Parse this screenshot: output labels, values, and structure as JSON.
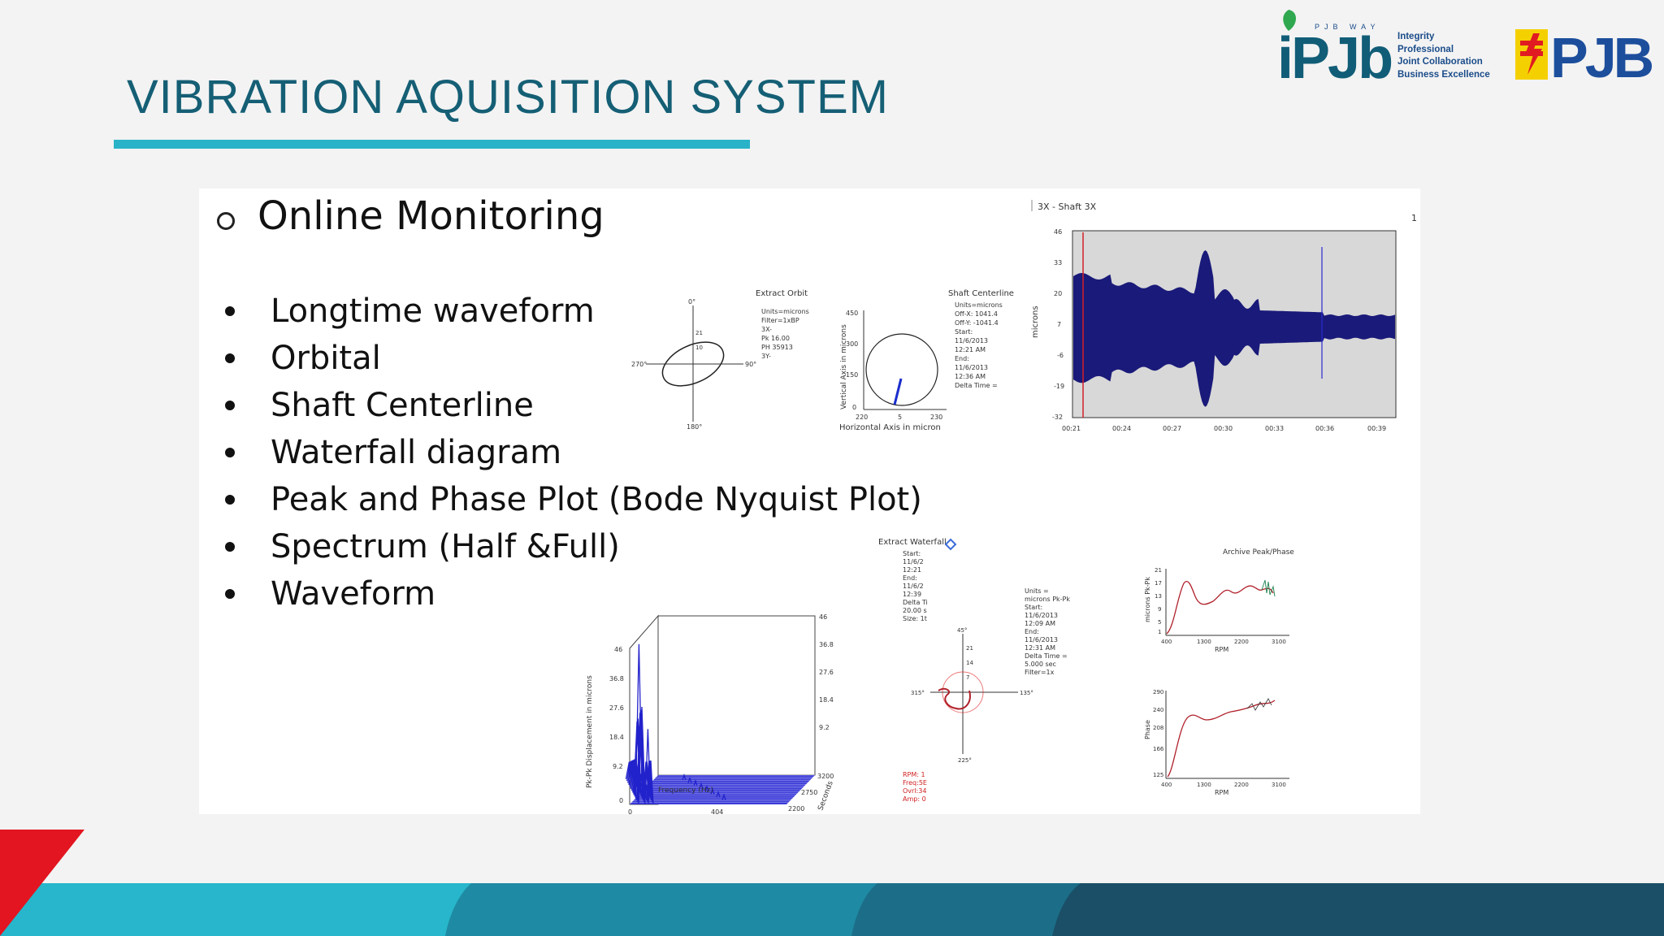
{
  "slide": {
    "title": "VIBRATION AQUISITION SYSTEM",
    "section": "Online Monitoring",
    "bullets": [
      "Longtime waveform",
      "Orbital",
      "Shaft Centerline",
      "Waterfall diagram",
      "Peak and Phase Plot (Bode Nyquist Plot)",
      "Spectrum (Half &Full)",
      "Waveform"
    ]
  },
  "logos": {
    "ipjb": {
      "small_text": "PJB WAY",
      "word": "iPJb",
      "tagline": [
        "Integrity",
        "Professional",
        "Joint Collaboration",
        "Business Excellence"
      ]
    },
    "pjb": {
      "word": "PJB"
    }
  },
  "plots": {
    "orbit": {
      "title": "Extract Orbit",
      "angles": {
        "top": "0°",
        "left": "270°",
        "right": "90°",
        "bottom": "180°"
      },
      "ticks": [
        "21",
        "10"
      ],
      "info": [
        "Units=microns",
        "Filter=1xBP",
        "3X-",
        "Pk 16.00",
        "PH 35913",
        "3Y-"
      ]
    },
    "centerline": {
      "title": "Shaft Centerline",
      "ylabel": "Vertical Axis in microns",
      "xlabel": "Horizontal Axis in micron",
      "yticks": [
        "450",
        "300",
        "150",
        "0"
      ],
      "xticks": [
        "220",
        "5",
        "230"
      ],
      "info": [
        "Units=microns",
        "Off-X: 1041.4",
        "Off-Y: -1041.4",
        "Start:",
        "11/6/2013",
        "12:21 AM",
        "End:",
        "11/6/2013",
        "12:36 AM",
        "Delta Time ="
      ]
    },
    "waveform": {
      "title": "3X - Shaft 3X",
      "corner": "1",
      "ylabel": "microns",
      "yticks": [
        "46",
        "33",
        "20",
        "7",
        "-6",
        "-19",
        "-32"
      ],
      "xticks": [
        "00:21",
        "00:24",
        "00:27",
        "00:30",
        "00:33",
        "00:36",
        "00:39"
      ]
    },
    "waterfall": {
      "title": "Extract Waterfall",
      "info": [
        "Start:",
        "11/6/2",
        "12:21",
        "End:",
        "11/6/2",
        "12:39",
        "Delta Ti",
        "20.00 s",
        "Size: 1t"
      ],
      "ylabel": "Pk-Pk Displacement in microns",
      "yticks": [
        "46",
        "36.8",
        "27.6",
        "18.4",
        "9.2",
        "0"
      ],
      "right_ticks": [
        "46",
        "36.8",
        "27.6",
        "18.4",
        "9.2"
      ],
      "depth_ticks": [
        "3200",
        "2750",
        "2200"
      ],
      "depth_label": "Seconds",
      "xticks": [
        "0",
        "404"
      ],
      "xlabel": "Frequency (Hz)"
    },
    "polar": {
      "angles": {
        "top": "45°",
        "left": "315°",
        "right": "135°",
        "bottom": "225°"
      },
      "ticks": [
        "21",
        "14",
        "7"
      ],
      "info": [
        "Units =",
        "microns Pk-Pk",
        "Start:",
        "11/6/2013",
        "12:09 AM",
        "End:",
        "11/6/2013",
        "12:31 AM",
        "Delta Time =",
        "5.000 sec",
        "Filter=1x"
      ],
      "legend": [
        "RPM: 1",
        "Freq:5E",
        "Ovrl:34",
        "Amp: 0"
      ]
    },
    "bode": {
      "title": "Archive Peak/Phase",
      "amp_ylabel": "microns Pk-Pk",
      "amp_yticks": [
        "21",
        "17",
        "13",
        "9",
        "5",
        "1"
      ],
      "phase_ylabel": "Phase",
      "phase_yticks": [
        "290",
        "240",
        "208",
        "166",
        "125"
      ],
      "xticks": [
        "400",
        "1300",
        "2200",
        "3100"
      ],
      "xlabel": "RPM"
    }
  },
  "colors": {
    "title": "#155f75",
    "accent": "#2ab3c8",
    "navy_plot": "#1a1a7a",
    "blue_plot": "#2525d0",
    "red_plot": "#b0202a"
  }
}
